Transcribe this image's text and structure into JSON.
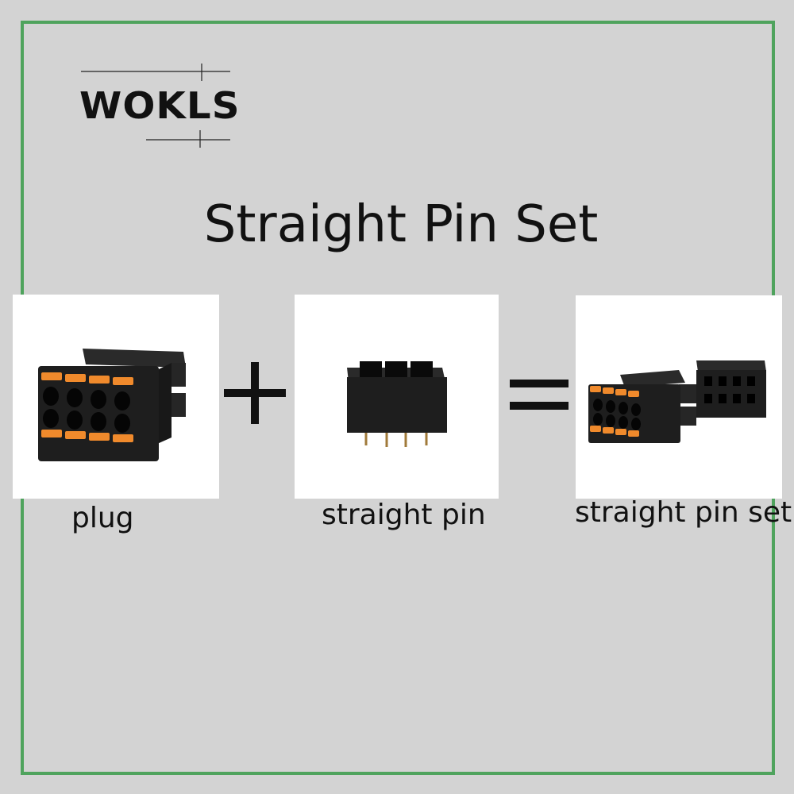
{
  "brand": {
    "logo_text": "WOKLS"
  },
  "title": "Straight Pin Set",
  "items": [
    {
      "caption": "plug",
      "icon": "plug-connector-icon"
    },
    {
      "caption": "straight pin",
      "icon": "straight-pin-header-icon"
    },
    {
      "caption": "straight pin set",
      "icon": "straight-pin-set-icon"
    }
  ],
  "operators": {
    "plus": "plus-icon",
    "equals": "equals-icon"
  },
  "colors": {
    "frame": "#4fa35d",
    "background": "#d3d3d3",
    "accent_orange": "#f08a2c",
    "connector_black": "#1e1e1e"
  }
}
